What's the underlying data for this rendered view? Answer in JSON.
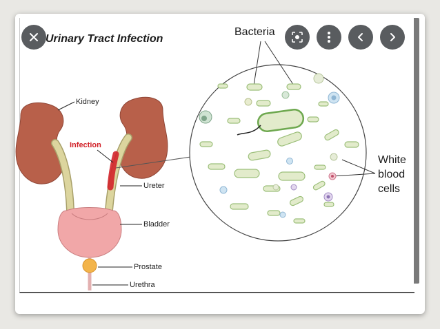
{
  "viewer": {
    "controls": {
      "close": "close-icon",
      "lens": "lens-icon",
      "more": "more-vert-icon",
      "previous": "chevron-left-icon",
      "next": "chevron-right-icon"
    }
  },
  "diagram": {
    "title": "Urinary Tract Infection",
    "labels": {
      "bacteria": "Bacteria",
      "kidney": "Kidney",
      "infection": "Infection",
      "ureter": "Ureter",
      "bladder": "Bladder",
      "prostate": "Prostate",
      "urethra": "Urethra",
      "white_blood_cells": [
        "White",
        "blood",
        "cells"
      ]
    },
    "colors": {
      "kidney": "#b8604a",
      "ureter": "#d8d29a",
      "bladder": "#f0a4a6",
      "prostate": "#f3b44a",
      "infection": "#d2232a",
      "bacteria_fill": "#dfe8c6",
      "bacteria_outline": "#8fb36a"
    }
  }
}
